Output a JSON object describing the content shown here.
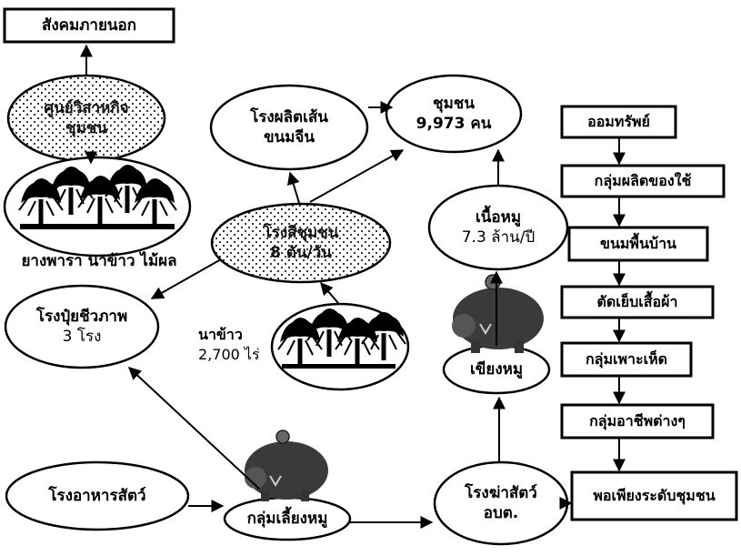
{
  "nodes": {
    "external_society": "สังคมภายนอก",
    "learning_center": [
      "ศูนย์วิสาหกิจ",
      "ชุมชน"
    ],
    "noodle_factory": [
      "โรงผลิตเส้น",
      "ขนมจีน"
    ],
    "community": [
      "ชุมชน",
      "9,973 คน"
    ],
    "community_mill": [
      "โรงสีชุมชน",
      "8 ตัน/วัน"
    ],
    "plantation_caption": "ยางพารา นาข้าว ไม้ผล",
    "fertilizer_plant": [
      "โรงปุ๋ยชีวภาพ",
      "3 โรง"
    ],
    "rice_field": [
      "นาข้าว",
      "2,700 ไร่"
    ],
    "pork": [
      "เนื้อหมู",
      "7.3 ล้าน/ปี"
    ],
    "pig_pen": "เขียงหมู",
    "feed_mill": "โรงอาหารสัตว์",
    "pig_group": "กลุ่มเลี้ยงหมู",
    "slaughterhouse": [
      "โรงฆ่าสัตว์",
      "อบต."
    ]
  },
  "chain": [
    "ออมทรัพย์",
    "กลุ่มผลิตของใช้",
    "ขนมพื้นบ้าน",
    "ตัดเย็บเสื้อผ้า",
    "กลุ่มเพาะเห็ด",
    "กลุ่มอาชีพต่างๆ",
    "พอเพียงระดับชุมชน"
  ]
}
